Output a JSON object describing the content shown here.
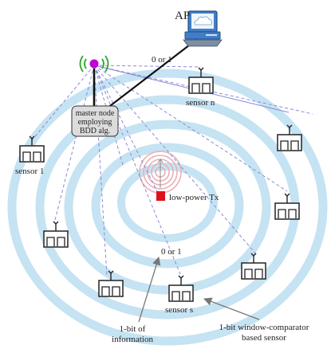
{
  "labels": {
    "ap": "AP",
    "master_line1": "master node",
    "master_line2": "employing",
    "master_line3": "BDD alg.",
    "zero_or_one_top": "0 or 1",
    "zero_or_one_bottom": "0 or 1",
    "sensor_n": "sensor n",
    "sensor_1": "sensor 1",
    "sensor_s": "sensor s",
    "low_power_tx": "low-power Tx",
    "bit_info_line1": "1-bit of",
    "bit_info_line2": "information",
    "comparator_line1": "1-bit window-comparator",
    "comparator_line2": "based sensor"
  },
  "colors": {
    "ring": "#c5e3f2",
    "tx_ring": "#e8b0b6",
    "tx_square": "#e0101a",
    "dashed_link": "#8a8ad8",
    "master_box": "#dcdcdc",
    "monitor_blue": "#3f7fc9",
    "node_magenta": "#c000d0",
    "node_waves": "#2ea52e"
  }
}
